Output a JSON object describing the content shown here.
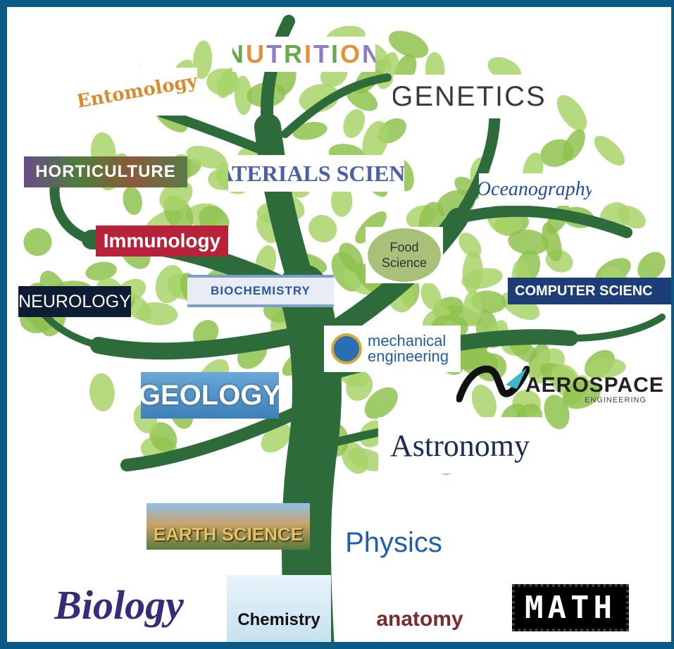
{
  "subjects": {
    "nutrition": "NUTRITION",
    "entomology": "Entomology",
    "genetics": "GENETICS",
    "horticulture": "HORTICULTURE",
    "materials_science": "MATERIALS SCIENCE",
    "oceanography": "Oceanography",
    "immunology": "Immunology",
    "food_science_line1": "Food",
    "food_science_line2": "Science",
    "neurology": "NEUROLOGY",
    "biochemistry": "BIOCHEMISTRY",
    "computer_science": "COMPUTER SCIENC",
    "mechanical_line1": "mechanical",
    "mechanical_line2": "engineering",
    "aerospace": "AEROSPACE",
    "aerospace_sub": "ENGINEERING",
    "geology": "GEOLOGY",
    "astronomy": "Astronomy",
    "earth_science": "EARTH SCIENCE",
    "physics": "Physics",
    "biology": "Biology",
    "chemistry": "Chemistry",
    "anatomy": "anatomy",
    "math": "MATH"
  },
  "colors": {
    "frame": "#0b5a86",
    "trunk": "#2e6b3a",
    "leaf": "#a8d36a",
    "leaf_dark": "#8fc24f"
  },
  "icons": {
    "tree": "tree-illustration",
    "mechanical_logo": "globe-gear-icon",
    "aerospace_logo": "wing-swoosh-icon"
  }
}
